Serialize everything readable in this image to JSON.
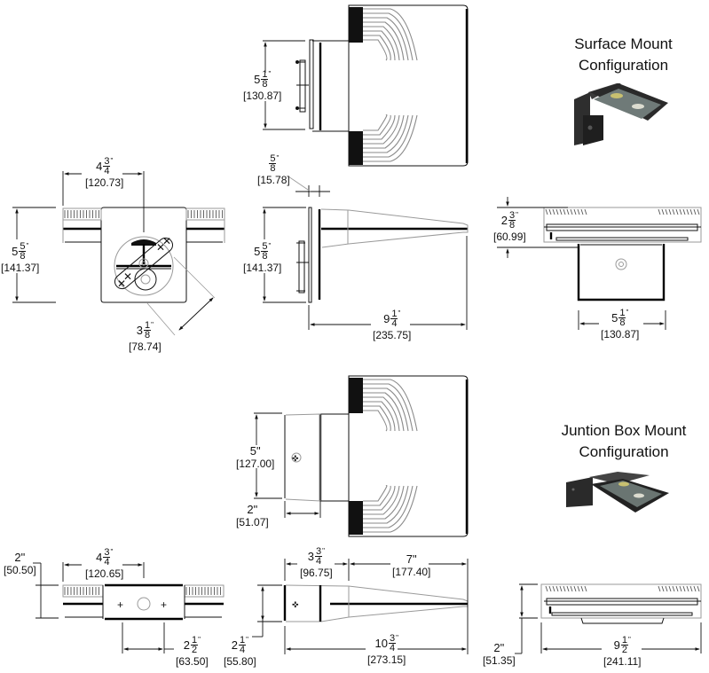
{
  "configurations": {
    "surface_mount": {
      "title_line1": "Surface Mount",
      "title_line2": "Configuration",
      "photo_icon": "surface-mount-fixture-photo"
    },
    "junction_box_mount": {
      "title_line1": "Juntion Box Mount",
      "title_line2": "Configuration",
      "photo_icon": "junction-box-mount-fixture-photo"
    }
  },
  "dimensions": {
    "sm_top_bracket_height": {
      "whole": "5",
      "num": "1",
      "den": "8",
      "mm": "[130.87]"
    },
    "sm_bracket_thickness": {
      "whole": "",
      "num": "5",
      "den": "8",
      "mm": "[15.78]"
    },
    "sm_front_width": {
      "whole": "4",
      "num": "3",
      "den": "4",
      "mm": "[120.73]"
    },
    "sm_front_height": {
      "whole": "5",
      "num": "5",
      "den": "8",
      "mm": "[141.37]"
    },
    "sm_front_diagonal": {
      "whole": "3",
      "num": "1",
      "den": "8",
      "mm": "[78.74]"
    },
    "sm_side_height": {
      "whole": "5",
      "num": "5",
      "den": "8",
      "mm": "[141.37]"
    },
    "sm_side_length": {
      "whole": "9",
      "num": "1",
      "den": "4",
      "mm": "[235.75]"
    },
    "sm_rear_height": {
      "whole": "2",
      "num": "3",
      "den": "8",
      "mm": "[60.99]"
    },
    "sm_rear_bracket_width": {
      "whole": "5",
      "num": "1",
      "den": "8",
      "mm": "[130.87]"
    },
    "jb_top_box_height": {
      "whole": "5\"",
      "mm": "[127.00]"
    },
    "jb_top_box_depth": {
      "whole": "2\"",
      "mm": "[51.07]"
    },
    "jb_front_height": {
      "whole": "2\"",
      "mm": "[50.50]"
    },
    "jb_front_width": {
      "whole": "4",
      "num": "3",
      "den": "4",
      "mm": "[120.65]"
    },
    "jb_front_hole_spacing": {
      "whole": "2",
      "num": "1",
      "den": "2",
      "mm": "[63.50]"
    },
    "jb_side_height": {
      "whole": "2",
      "num": "1",
      "den": "4",
      "mm": "[55.80]"
    },
    "jb_side_box_length": {
      "whole": "3",
      "num": "3",
      "den": "4",
      "mm": "[96.75]"
    },
    "jb_side_arm_length": {
      "whole": "7\"",
      "mm": "[177.40]"
    },
    "jb_side_total_length": {
      "whole": "10",
      "num": "3",
      "den": "4",
      "mm": "[273.15]"
    },
    "jb_rear_height": {
      "whole": "2\"",
      "mm": "[51.35]"
    },
    "jb_rear_width": {
      "whole": "9",
      "num": "1",
      "den": "2",
      "mm": "[241.11]"
    }
  }
}
